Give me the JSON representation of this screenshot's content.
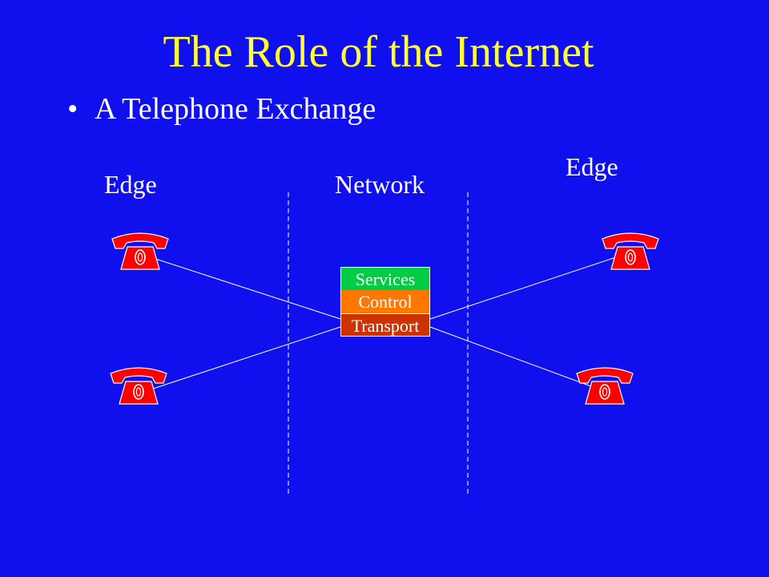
{
  "slide": {
    "title": "The Role of the Internet",
    "bullet_marker": "•",
    "bullet_text": "A Telephone Exchange"
  },
  "labels": {
    "edge_left": "Edge",
    "network": "Network",
    "edge_right": "Edge"
  },
  "stack": {
    "services": "Services",
    "control": "Control",
    "transport": "Transport"
  },
  "colors": {
    "background": "#1010ee",
    "title": "#ffff33",
    "text": "#ffffff",
    "phone": "#ff0000",
    "services": "#00cc44",
    "control": "#ff7700",
    "transport": "#cc3300"
  },
  "icons": {
    "phone": "telephone-icon"
  }
}
